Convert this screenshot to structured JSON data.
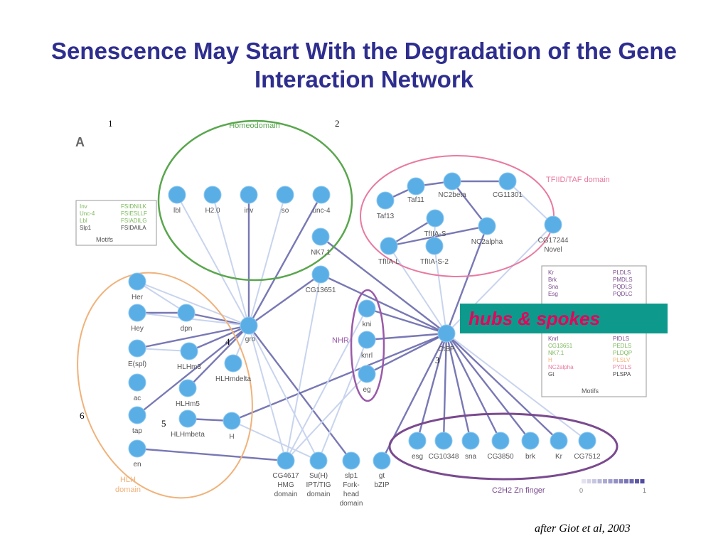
{
  "title": "Senescence May Start With the Degradation of the Gene Interaction Network",
  "panel_letter": "A",
  "markers": [
    "1",
    "2",
    "3",
    "4",
    "5",
    "6"
  ],
  "domains": {
    "homeodomain": "Homeodomain",
    "taf": "TFIID/TAF domain",
    "hlh_line1": "HLH",
    "hlh_line2": "domain",
    "nhr": "NHR",
    "c2h2": "C2H2 Zn finger",
    "novel": "Novel"
  },
  "nodes": {
    "lbl": "lbl",
    "h2": "H2.0",
    "inv": "inv",
    "so": "so",
    "unc4": "unc-4",
    "nk71": "NK7.1",
    "cg13651": "CG13651",
    "taf11": "Taf11",
    "nc2beta": "NC2beta",
    "cg11301": "CG11301",
    "taf13": "Taf13",
    "tfiias": "TfIIA-S",
    "nc2alpha": "NC2alpha",
    "cg17244": "CG17244",
    "tfiial": "TfIIA-L",
    "tfiias2": "TfIIA-S-2",
    "her": "Her",
    "hey": "Hey",
    "dpn": "dpn",
    "espl": "E(spl)",
    "hlhm3": "HLHm3",
    "hlhmdelta": "HLHmdelta",
    "ac": "ac",
    "hlhm5": "HLHm5",
    "tap": "tap",
    "hlhmbeta": "HLHmbeta",
    "h": "H",
    "en": "en",
    "gro": "gro",
    "kni": "kni",
    "knrl": "knrl",
    "eg": "eg",
    "ctbp": "CtBP",
    "esg": "esg",
    "cg10348": "CG10348",
    "sna": "sna",
    "cg3850": "CG3850",
    "brk": "brk",
    "kr": "Kr",
    "cg7512": "CG7512",
    "cg4617": [
      "CG4617",
      "HMG",
      "domain"
    ],
    "suh": [
      "Su(H)",
      "IPT/TIG",
      "domain"
    ],
    "slp1": [
      "slp1",
      "Fork-",
      "head",
      "domain"
    ],
    "gt": [
      "gt",
      "bZIP"
    ]
  },
  "motifs_left": {
    "rows": [
      [
        "Inv",
        "FSIDNILK"
      ],
      [
        "Unc-4",
        "FSIESLLF"
      ],
      [
        "Lbl",
        "FSIADILG"
      ],
      [
        "Slp1",
        "FSIDAILA"
      ]
    ],
    "footer": "Motifs",
    "colors": [
      "#7ab85a",
      "#7ab85a",
      "#7ab85a",
      "#444444"
    ]
  },
  "motifs_right": {
    "rows_top": [
      [
        "Kr",
        "PLDLS"
      ],
      [
        "Brk",
        "PMDLS"
      ],
      [
        "Sna",
        "PQDLS"
      ],
      [
        "Esg",
        "PQDLC"
      ]
    ],
    "rows_bottom": [
      [
        "Knrl",
        "PIDLS"
      ],
      [
        "CG13651",
        "PEDLS"
      ],
      [
        "NK7.1",
        "PLDQP"
      ],
      [
        "H",
        "PLSLV"
      ],
      [
        "NC2alpha",
        "PYDLS"
      ],
      [
        "Gt",
        "PLSPA"
      ]
    ],
    "footer": "Motifs"
  },
  "scale": {
    "min": "0",
    "max": "1"
  },
  "callout": "hubs & spokes",
  "credit": "after Giot et al, 2003",
  "colors": {
    "title": "#2e2e8f",
    "node": "#5aaee6",
    "homeodomain": "#5aa64e",
    "taf": "#e87aa0",
    "hlh": "#f0b27a",
    "nhr": "#9a5aa8",
    "c2h2": "#7a4a8e",
    "edge_strong": "#6060a8",
    "edge_weak": "#c8d4ee",
    "callout_bg": "#0d9a8c",
    "callout_text": "#e8005a"
  }
}
